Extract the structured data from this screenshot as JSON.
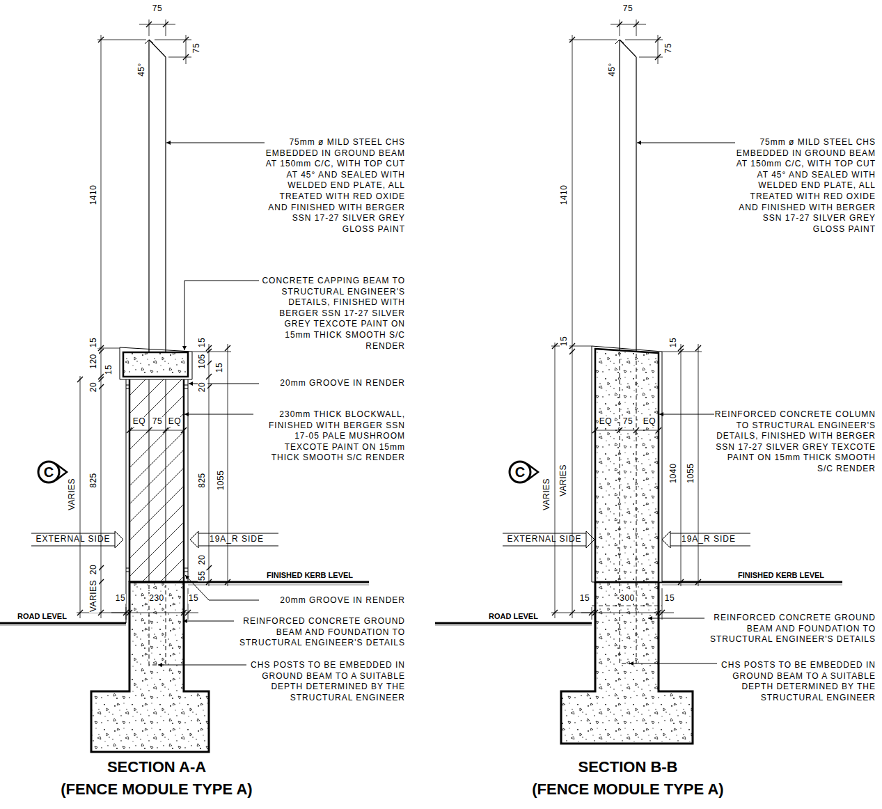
{
  "diagram": {
    "nodes": [
      {
        "text": [
          "C"
        ]
      },
      {
        "text": [
          "C"
        ]
      }
    ],
    "labels": [
      "75",
      "75",
      "45°",
      "1410",
      "15",
      "120",
      "15",
      "20",
      "825",
      "VARIES",
      "20",
      "VARIES",
      "15",
      "230",
      "15",
      "15",
      "105",
      "15",
      "20",
      "825",
      "1055",
      "20",
      "55",
      "EQ",
      "75",
      "EQ",
      "EXTERNAL SIDE",
      "19A_R SIDE",
      "FINISHED KERB LEVEL",
      "ROAD LEVEL",
      "75mm ø MILD STEEL CHS EMBEDDED IN GROUND BEAM AT 150mm C/C, WITH TOP CUT AT 45° AND SEALED WITH WELDED END PLATE, ALL TREATED WITH RED OXIDE AND FINISHED WITH BERGER SSN 17-27 SILVER GREY GLOSS PAINT",
      "CONCRETE CAPPING BEAM TO STRUCTURAL ENGINEER'S DETAILS, FINISHED WITH BERGER SSN 17-27 SILVER GREY TEXCOTE PAINT ON 15mm THICK SMOOTH S/C RENDER",
      "20mm GROOVE IN RENDER",
      "230mm THICK BLOCKWALL, FINISHED WITH BERGER SSN 17-05 PALE MUSHROOM TEXCOTE PAINT ON 15mm THICK SMOOTH S/C RENDER",
      "20mm GROOVE IN RENDER",
      "REINFORCED CONCRETE GROUND BEAM AND FOUNDATION TO STRUCTURAL ENGINEER'S DETAILS",
      "CHS POSTS TO BE EMBEDDED IN GROUND BEAM TO A SUITABLE DEPTH DETERMINED BY THE STRUCTURAL ENGINEER",
      "SECTION A-A",
      "(FENCE MODULE TYPE A)",
      "75",
      "75",
      "45°",
      "1410",
      "15",
      "VARIES",
      "VARIES",
      "15",
      "1040",
      "1055",
      "EQ",
      "75",
      "EQ",
      "15",
      "300",
      "15",
      "EXTERNAL SIDE",
      "19A_R SIDE",
      "FINISHED KERB LEVEL",
      "ROAD LEVEL",
      "75mm ø MILD STEEL CHS EMBEDDED IN GROUND BEAM AT 150mm C/C, WITH TOP CUT AT 45° AND SEALED WITH WELDED END PLATE, ALL TREATED WITH RED OXIDE AND FINISHED WITH BERGER SSN 17-27 SILVER GREY GLOSS PAINT",
      "REINFORCED CONCRETE COLUMN TO STRUCTURAL ENGINEER'S DETAILS, FINISHED WITH BERGER SSN 17-27 SILVER GREY TEXCOTE PAINT ON 15mm THICK SMOOTH S/C RENDER",
      "REINFORCED CONCRETE GROUND BEAM AND FOUNDATION TO STRUCTURAL ENGINEER'S DETAILS",
      "CHS POSTS TO BE EMBEDDED IN GROUND BEAM TO A SUITABLE DEPTH DETERMINED BY THE STRUCTURAL ENGINEER",
      "SECTION B-B",
      "(FENCE MODULE TYPE A)"
    ]
  }
}
